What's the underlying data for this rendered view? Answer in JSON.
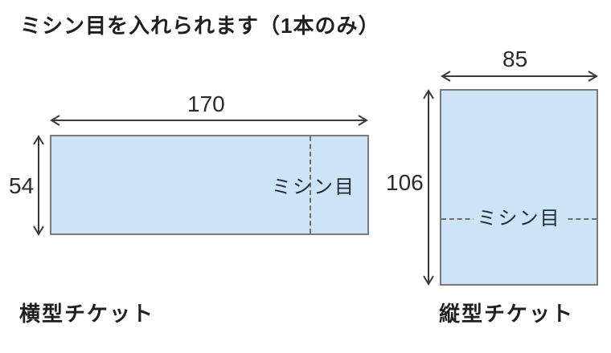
{
  "title": "ミシン目を入れられます（1本のみ）",
  "tickets": {
    "horizontal": {
      "label": "横型チケット",
      "width": "170",
      "height": "54",
      "perforation_label": "ミシン目"
    },
    "vertical": {
      "label": "縦型チケット",
      "width": "85",
      "height": "106",
      "perforation_label": "ミシン目"
    }
  },
  "colors": {
    "ticket_fill": "#cde4f8",
    "ticket_border": "#7a7a7a",
    "perforation_dash": "#6e6e6e",
    "dimension_arrow": "#3a3a3a",
    "text": "#1f1f1f"
  }
}
